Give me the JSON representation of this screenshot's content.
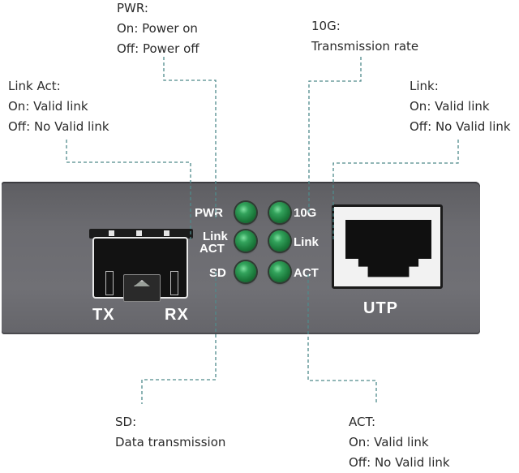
{
  "diagram": {
    "title": "Media converter front panel LED indicators",
    "callouts": [
      {
        "id": "pwr",
        "heading": "PWR:",
        "lines": [
          "On: Power on",
          "Off: Power off"
        ]
      },
      {
        "id": "10g",
        "heading": "10G:",
        "lines": [
          "Transmission rate"
        ]
      },
      {
        "id": "link-act",
        "heading": "Link Act:",
        "lines": [
          "On: Valid link",
          "Off: No Valid link"
        ]
      },
      {
        "id": "link",
        "heading": "Link:",
        "lines": [
          "On: Valid link",
          "Off: No Valid link"
        ]
      },
      {
        "id": "sd",
        "heading": "SD:",
        "lines": [
          "Data transmission"
        ]
      },
      {
        "id": "act",
        "heading": "ACT:",
        "lines": [
          "On: Valid link",
          "Off: No Valid link"
        ]
      }
    ],
    "device": {
      "sfp_port": {
        "tx_label": "TX",
        "rx_label": "RX"
      },
      "utp_port": {
        "label": "UTP"
      },
      "leds_left": [
        {
          "label": "PWR",
          "color": "#2a9a52"
        },
        {
          "label_line1": "Link",
          "label_line2": "ACT",
          "color": "#2a9a52"
        },
        {
          "label": "SD",
          "color": "#2a9a52"
        }
      ],
      "leds_right": [
        {
          "label": "10G",
          "color": "#2a9a52"
        },
        {
          "label": "Link",
          "color": "#2a9a52"
        },
        {
          "label": "ACT",
          "color": "#2a9a52"
        }
      ]
    },
    "colors": {
      "leader_line": "#4f8a8b",
      "panel": "#6a6a6f",
      "text": "#2b2b2b",
      "led": "#2a9a52"
    }
  }
}
